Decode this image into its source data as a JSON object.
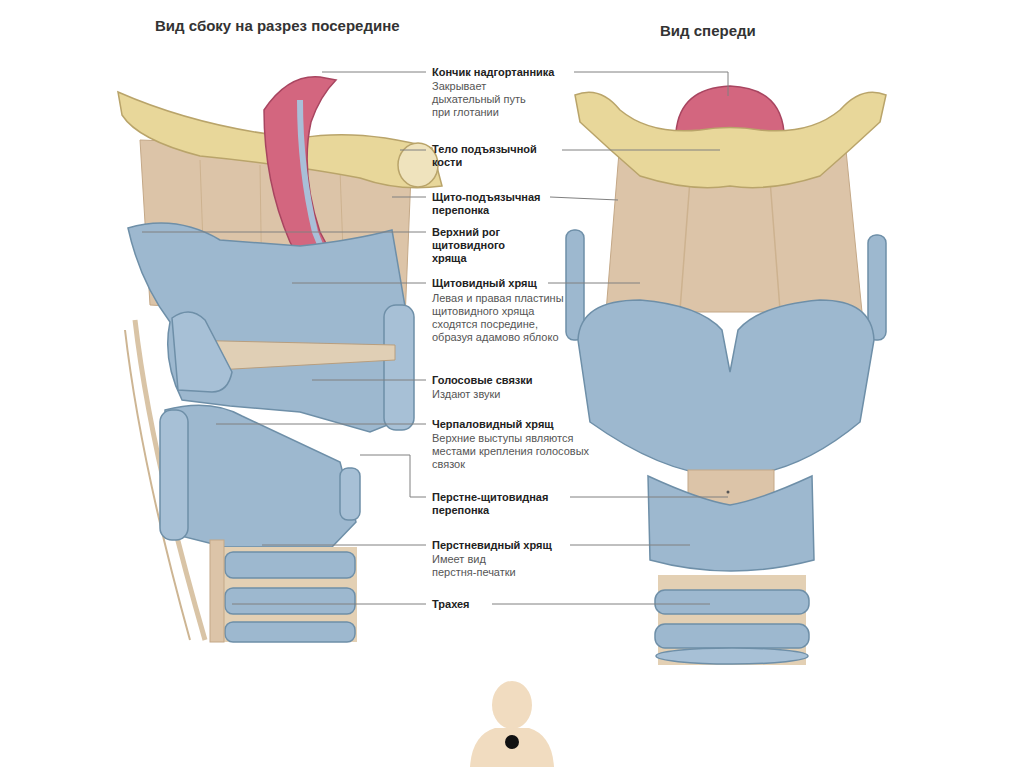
{
  "diagram": {
    "labels": [
      "Вид сбоку на разрез посередине",
      "Вид спереди",
      "Кончик надгортанника",
      "Закрывает дыхательный путь при глотании",
      "Тело подъязычной кости",
      "Щито-подъязычная перепонка",
      "Верхний рог щитовидного хряща",
      "Щитовидный хрящ",
      "Левая и правая пластины щитовидного хряща сходятся посредине, образуя адамово яблоко",
      "Голосовые связки",
      "Издают звуки",
      "Черпаловидный хрящ",
      "Верхние выступы являются местами крепления голосовых связок",
      "Перстне-щитовидная перепонка",
      "Перстневидный хрящ",
      "Имеет вид перстня-печатки",
      "Трахея"
    ]
  }
}
